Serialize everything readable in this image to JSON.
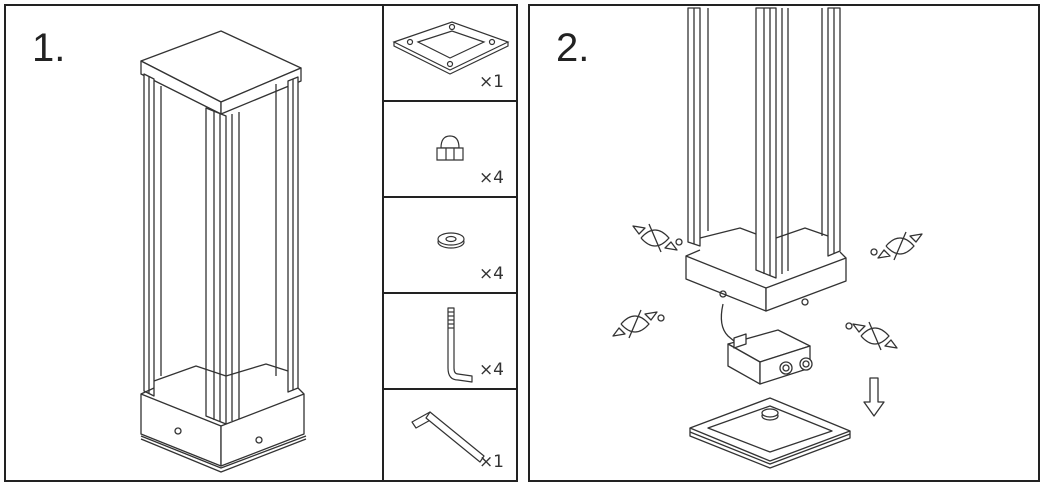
{
  "steps": [
    {
      "number": "1."
    },
    {
      "number": "2."
    }
  ],
  "parts": [
    {
      "icon": "mounting-plate-icon",
      "quantity": "×1"
    },
    {
      "icon": "acorn-nut-icon",
      "quantity": "×4"
    },
    {
      "icon": "washer-icon",
      "quantity": "×4"
    },
    {
      "icon": "anchor-bolt-icon",
      "quantity": "×4"
    },
    {
      "icon": "hex-key-icon",
      "quantity": "×1"
    }
  ]
}
